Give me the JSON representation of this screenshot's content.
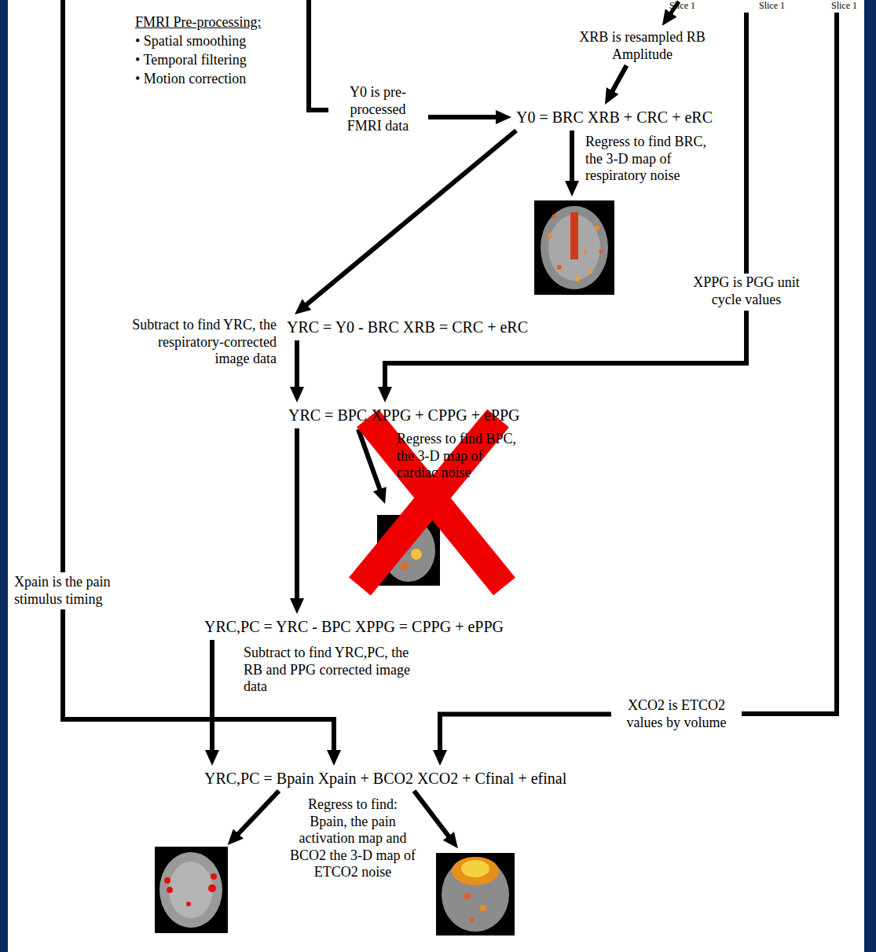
{
  "diagram": {
    "nodes": [
      {
        "text": [
          "XRB is resampled RB Amplitude"
        ]
      },
      {
        "text": [
          "Y0 is pre-processed FMRI data"
        ]
      },
      {
        "text": [
          "Y0 = BRC XRB + CRC + eRC"
        ]
      },
      {
        "text": [
          "YRC = Y0 - BRC XRB = CRC + eRC"
        ]
      },
      {
        "text": [
          "YRC = BPC XPPG + CPPG + ePPG"
        ]
      },
      {
        "text": [
          "XPPG is PGG unit cycle values"
        ]
      },
      {
        "text": [
          "YRC,PC = YRC - BPC XPPG = CPPG + ePPG"
        ]
      },
      {
        "text": [
          "Xpain is the pain stimulus timing"
        ]
      },
      {
        "text": [
          "XCO2 is ETCO2 values by volume"
        ]
      },
      {
        "text": [
          "YRC,PC = Bpain Xpain + BCO2 XCO2 + Cfinal + efinal"
        ]
      }
    ],
    "edges": [
      {
        "from": 1,
        "to": 2,
        "arrow": "to"
      },
      {
        "from": 0,
        "to": 2,
        "arrow": "to"
      },
      {
        "from": 2,
        "to": 3,
        "arrow": "to"
      },
      {
        "from": 3,
        "to": 4,
        "arrow": "to"
      },
      {
        "from": 5,
        "to": 4,
        "arrow": "to"
      },
      {
        "from": 4,
        "to": 6,
        "arrow": "to"
      },
      {
        "from": 6,
        "to": 9,
        "arrow": "to"
      },
      {
        "from": 7,
        "to": 9,
        "arrow": "to"
      },
      {
        "from": 8,
        "to": 9,
        "arrow": "to"
      }
    ],
    "labels": [
      "Slice 1",
      "Slice 1",
      "Slice 1",
      "FMRI Pre-processing:",
      "• Spatial smoothing",
      "• Temporal filtering",
      "• Motion correction",
      "Regress to find BRC, the 3-D map of respiratory noise",
      "Subtract to find YRC, the respiratory-corrected image data",
      "Regress to find BPC, the 3-D map of cardiac noise",
      "Subtract to find YRC,PC, the RB and PPG corrected image data",
      "Regress to find: Bpain, the pain activation map and BCO2 the 3-D map of ETCO2 noise"
    ]
  }
}
